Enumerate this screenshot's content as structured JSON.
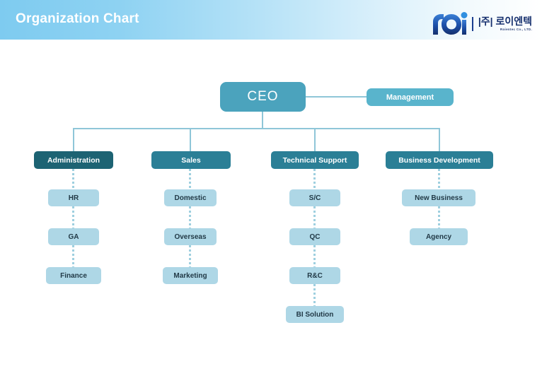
{
  "header": {
    "title": "Organization Chart",
    "gradient_start": "#7ecbf0",
    "gradient_end": "#ffffff"
  },
  "logo": {
    "mark_name": "roi-logo-mark",
    "korean_text": "|주| 로이엔텍",
    "tagline": "Roientec Co., LTD.",
    "mark_color": "#1b3f8f"
  },
  "colors": {
    "ceo": "#4ba3bd",
    "management": "#59b4cc",
    "department": "#2b7f96",
    "department_dark": "#1d6373",
    "sub_node": "#aed7e6",
    "sub_text": "#223a47",
    "connector": "#8fc6d8"
  },
  "chart_data": {
    "type": "diagram",
    "title": "Organization Chart",
    "root": {
      "label": "CEO"
    },
    "staff": [
      {
        "label": "Management"
      }
    ],
    "departments": [
      {
        "label": "Administration",
        "emphasis": "dark",
        "children": [
          {
            "label": "HR"
          },
          {
            "label": "GA"
          },
          {
            "label": "Finance"
          }
        ]
      },
      {
        "label": "Sales",
        "emphasis": "normal",
        "children": [
          {
            "label": "Domestic"
          },
          {
            "label": "Overseas"
          },
          {
            "label": "Marketing"
          }
        ]
      },
      {
        "label": "Technical Support",
        "emphasis": "normal",
        "children": [
          {
            "label": "S/C"
          },
          {
            "label": "QC"
          },
          {
            "label": "R&C"
          },
          {
            "label": "BI Solution"
          }
        ]
      },
      {
        "label": "Business Development",
        "emphasis": "normal",
        "children": [
          {
            "label": "New Business"
          },
          {
            "label": "Agency"
          }
        ]
      }
    ]
  }
}
